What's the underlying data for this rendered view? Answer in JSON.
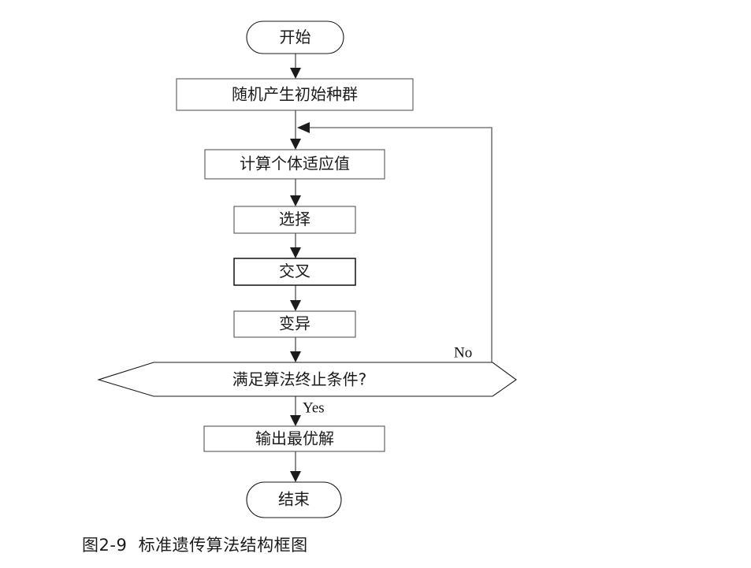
{
  "figure": {
    "caption": "图2-9  标准遗传算法结构框图",
    "background_color": "#ffffff",
    "line_color": "#8d8d8d",
    "shape_stroke_color": "#1a1a1a",
    "text_color": "#1b1b1b"
  },
  "nodes": {
    "start": {
      "label": "开始",
      "shape": "terminator"
    },
    "init_population": {
      "label": "随机产生初始种群",
      "shape": "process"
    },
    "fitness": {
      "label": "计算个体适应值",
      "shape": "process"
    },
    "selection": {
      "label": "选择",
      "shape": "process"
    },
    "crossover": {
      "label": "交叉",
      "shape": "process"
    },
    "mutation": {
      "label": "变异",
      "shape": "process"
    },
    "decision": {
      "label": "满足算法终止条件?",
      "shape": "decision-hexagon"
    },
    "output": {
      "label": "输出最优解",
      "shape": "process"
    },
    "end": {
      "label": "结束",
      "shape": "terminator"
    }
  },
  "edges": {
    "yes_label": "Yes",
    "no_label": "No"
  }
}
